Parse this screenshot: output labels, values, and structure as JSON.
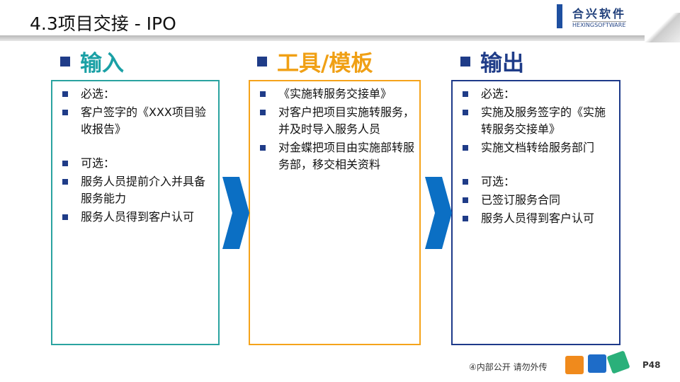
{
  "title": "4.3项目交接 - IPO",
  "logo": {
    "cn": "合兴软件",
    "en": "HEXINGSOFTWARE"
  },
  "columns": [
    {
      "heading": "输入",
      "color": "#1aa0a5",
      "border": "#2aa3a0",
      "items": [
        "必选：",
        "客户签字的《XXX项目验收报告》",
        "",
        "可选：",
        "服务人员提前介入并具备服务能力",
        "服务人员得到客户认可"
      ]
    },
    {
      "heading": "工具/模板",
      "color": "#f0a015",
      "border": "#f5a31a",
      "items": [
        "《实施转服务交接单》",
        "对客户把项目实施转服务，并及时导入服务人员",
        "对金蝶把项目由实施部转服务部，移交相关资料"
      ]
    },
    {
      "heading": "输出",
      "color": "#1f3c88",
      "border": "#1e3a8a",
      "items": [
        "必选：",
        "实施及服务签字的《实施转服务交接单》",
        "实施文档转给服务部门",
        "",
        "可选：",
        "已签订服务合同",
        "服务人员得到客户认可"
      ]
    }
  ],
  "arrow_color": "#0b6fc4",
  "footer": "④内部公开 请勿外传",
  "page": "P48"
}
